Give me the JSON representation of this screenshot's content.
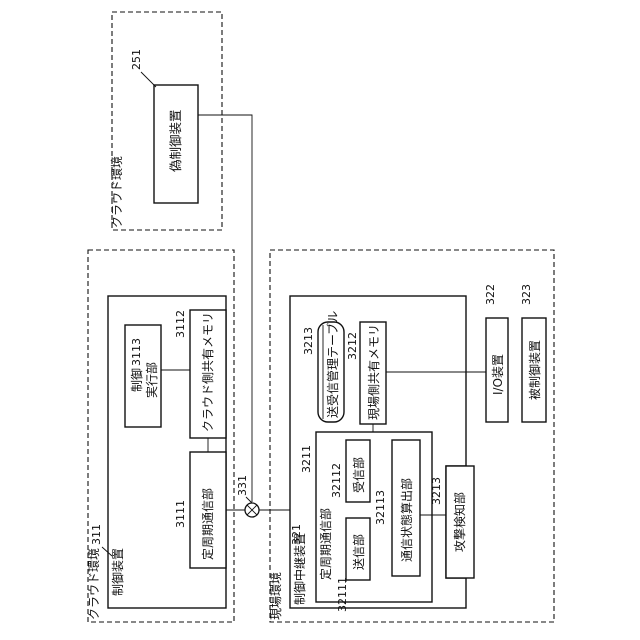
{
  "cloud_top": {
    "env_label": "クラウド環境",
    "device": {
      "ref": "251",
      "label": "偽制御装置"
    }
  },
  "cloud_left": {
    "env_label": "クラウド環境",
    "device_ref": "311",
    "device_label": "制御装置",
    "exec_unit": {
      "ref": "3113",
      "label_line1": "制御",
      "label_line2": "実行部"
    },
    "shared_memory": {
      "ref": "3112",
      "label": "クラウド側共有メモリ"
    },
    "periodic_comm": {
      "ref": "3111",
      "label": "定周期通信部"
    }
  },
  "junction": {
    "ref": "331"
  },
  "site": {
    "env_label": "現場環境",
    "relay_ref": "321",
    "relay_label": "制御中継装置",
    "periodic_comm": {
      "ref": "3211",
      "label": "定周期通信部"
    },
    "send_unit": {
      "ref": "32111",
      "label": "送信部"
    },
    "recv_unit": {
      "ref": "32112",
      "label": "受信部"
    },
    "comm_state": {
      "ref": "32113",
      "label": "通信状態算出部"
    },
    "attack_detect": {
      "ref": "3213",
      "label": "攻撃検知部"
    },
    "table": {
      "ref": "3213",
      "label": "送受信管理テーブル"
    },
    "shared_memory": {
      "ref": "3212",
      "label": "現場側共有メモリ"
    },
    "io": {
      "ref": "322",
      "label": "I/O装置"
    },
    "controlled": {
      "ref": "323",
      "label": "被制御装置"
    }
  }
}
